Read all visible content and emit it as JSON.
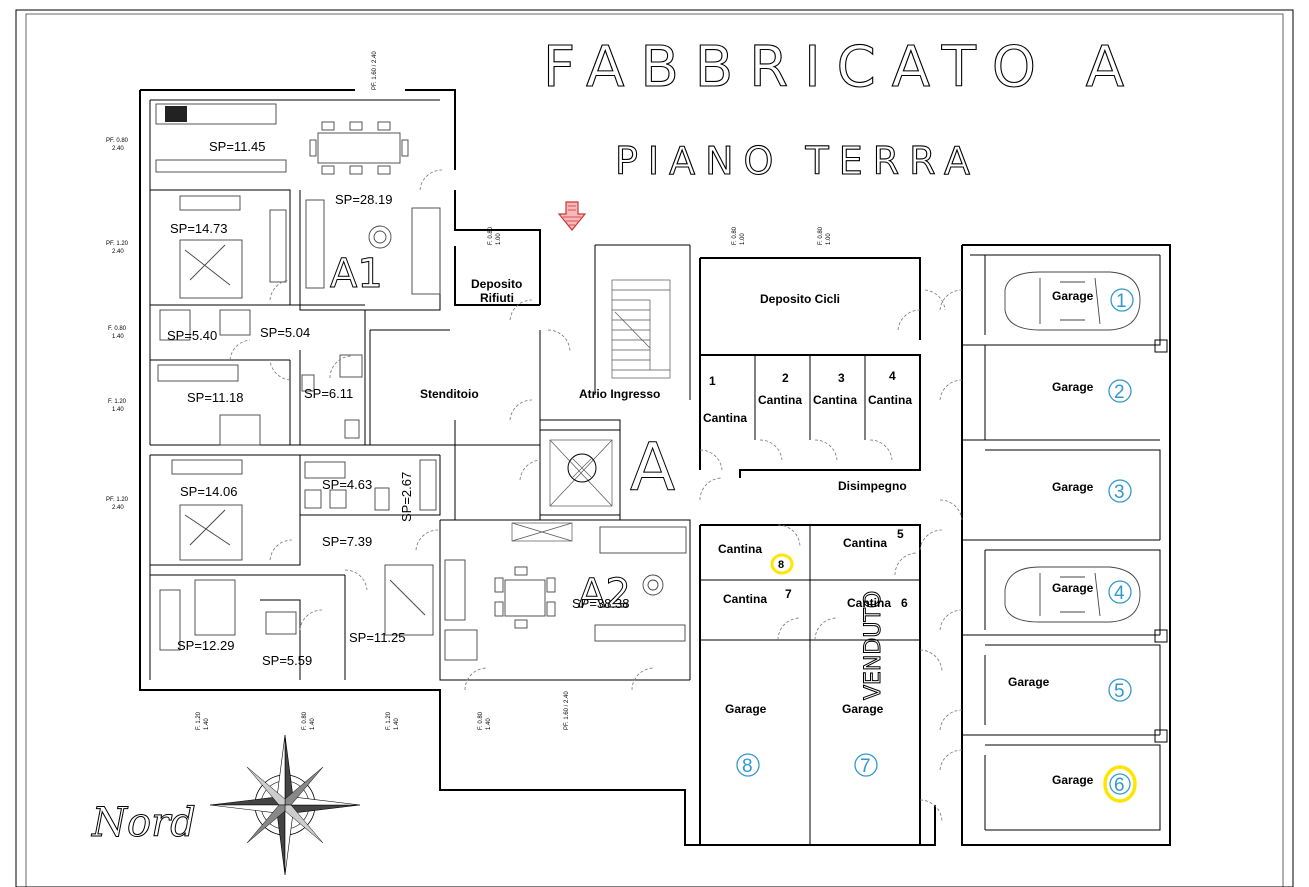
{
  "title": "FABBRICATO A",
  "subtitle": "PIANO TERRA",
  "unit_a1": "A1",
  "unit_a2": "A2",
  "stair_letter": "A",
  "north_label": "Nord",
  "sold_label": "VENDUTO",
  "rooms_a1": [
    "SP=11.45",
    "SP=28.19",
    "SP=14.73",
    "SP=5.40",
    "SP=5.04",
    "SP=6.11",
    "SP=11.18"
  ],
  "rooms_a2": [
    "SP=14.06",
    "SP=4.63",
    "SP=2.67",
    "SP=7.39",
    "SP=38.38",
    "SP=12.29",
    "SP=5.59",
    "SP=11.25"
  ],
  "common": {
    "deposito_rifiuti_1": "Deposito",
    "deposito_rifiuti_2": "Rifiuti",
    "stenditoio": "Stenditoio",
    "atrio": "Atrio Ingresso",
    "deposito_cicli": "Deposito Cicli",
    "disimpegno": "Disimpegno"
  },
  "cantine_top": [
    {
      "num": "1",
      "label": "Cantina"
    },
    {
      "num": "2",
      "label": "Cantina"
    },
    {
      "num": "3",
      "label": "Cantina"
    },
    {
      "num": "4",
      "label": "Cantina"
    }
  ],
  "cantine_mid": [
    {
      "num": "8",
      "label": "Cantina"
    },
    {
      "num": "5",
      "label": "Cantina"
    },
    {
      "num": "7",
      "label": "Cantina"
    },
    {
      "num": "6",
      "label": "Cantina"
    }
  ],
  "garage_label": "Garage",
  "garages_right": [
    "1",
    "2",
    "3",
    "4",
    "5",
    "6"
  ],
  "garages_bottom": [
    "8",
    "7"
  ],
  "window_tags": {
    "pf_top": "PF. 1.60 / 2.40",
    "f_a": "F. 0.80",
    "f_b": "1.00",
    "pf_080": "PF. 0.80",
    "pf_120": "PF. 1.20",
    "f_080": "F. 0.80",
    "f_120": "F. 1.20",
    "h_240": "2.40",
    "h_140": "1.40"
  },
  "colors": {
    "highlight": "#ffe600",
    "garage_number": "#3399cc",
    "arrow": "#cc3333"
  }
}
